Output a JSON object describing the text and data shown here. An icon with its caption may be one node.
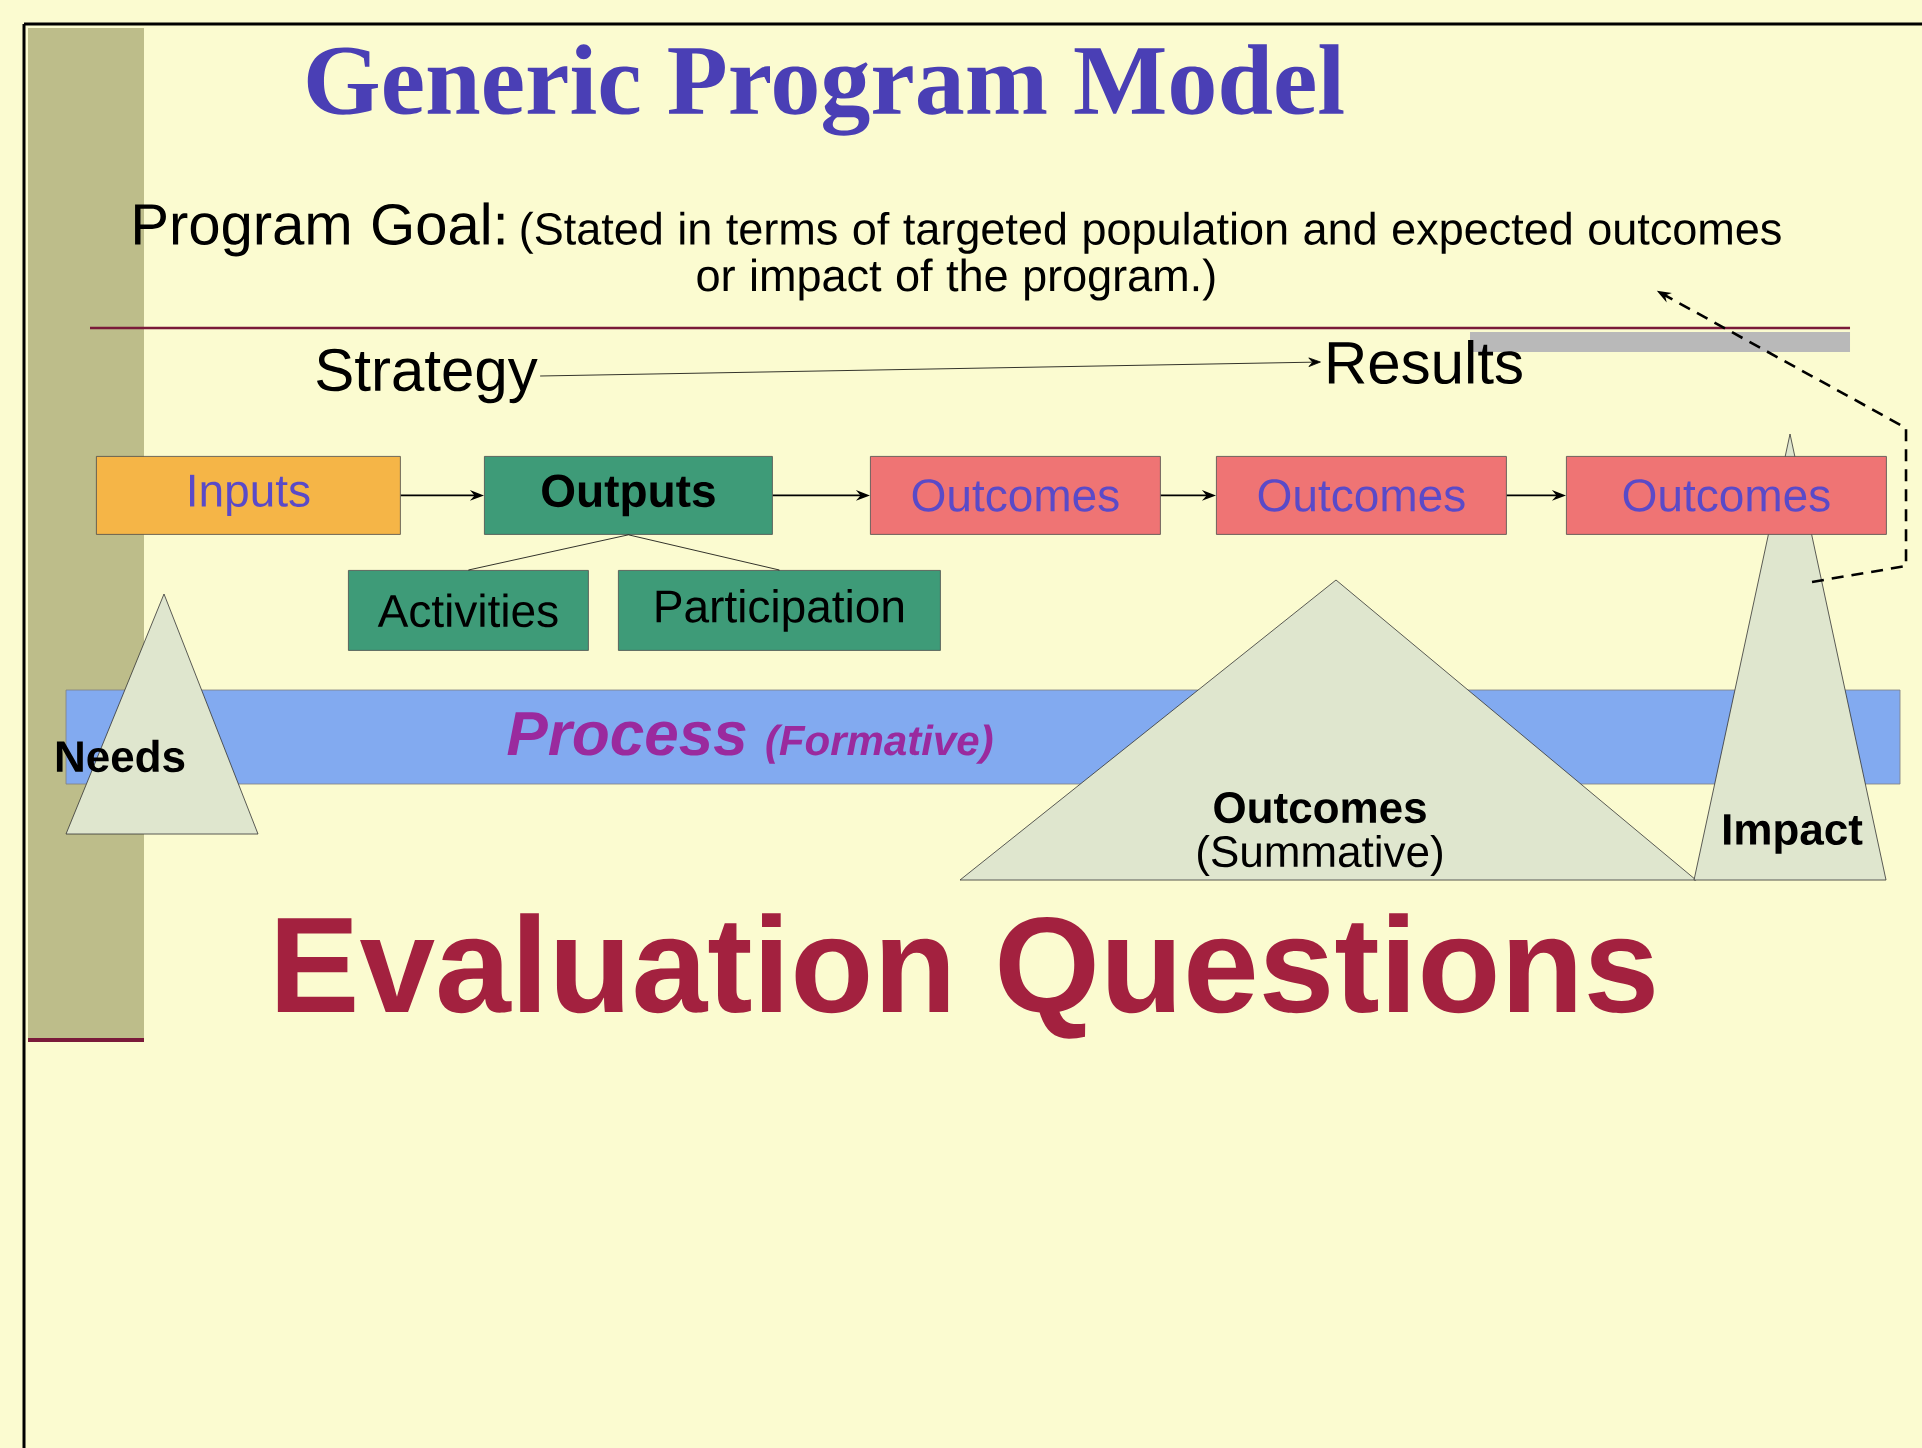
{
  "diagram": {
    "title": "Generic Program Model",
    "nodes": [
      {
        "text": [
          "Program Goal:",
          "(Stated in terms of targeted population and expected outcomes or impact of the program.)"
        ]
      },
      {
        "text": [
          "Strategy"
        ]
      },
      {
        "text": [
          "Results"
        ]
      },
      {
        "text": [
          "Inputs"
        ]
      },
      {
        "text": [
          "Outputs"
        ]
      },
      {
        "text": [
          "Outcomes"
        ]
      },
      {
        "text": [
          "Outcomes"
        ]
      },
      {
        "text": [
          "Outcomes"
        ]
      },
      {
        "text": [
          "Activities"
        ]
      },
      {
        "text": [
          "Participation"
        ]
      },
      {
        "text": [
          "Process",
          "(Formative)"
        ]
      },
      {
        "text": [
          "Needs"
        ]
      },
      {
        "text": [
          "Outcomes",
          "(Summative)"
        ]
      },
      {
        "text": [
          "Impact"
        ]
      }
    ],
    "edges": [
      {
        "from": 1,
        "to": 2,
        "arrow": "to"
      },
      {
        "from": 3,
        "to": 4,
        "arrow": "to"
      },
      {
        "from": 4,
        "to": 5,
        "arrow": "to"
      },
      {
        "from": 5,
        "to": 6,
        "arrow": "to"
      },
      {
        "from": 6,
        "to": 7,
        "arrow": "to"
      },
      {
        "from": 4,
        "to": 8,
        "arrow": "none"
      },
      {
        "from": 4,
        "to": 9,
        "arrow": "none"
      },
      {
        "from": 13,
        "to": 0,
        "arrow": "to",
        "style": "dashed"
      }
    ],
    "labels": [
      "Evaluation Questions"
    ]
  }
}
